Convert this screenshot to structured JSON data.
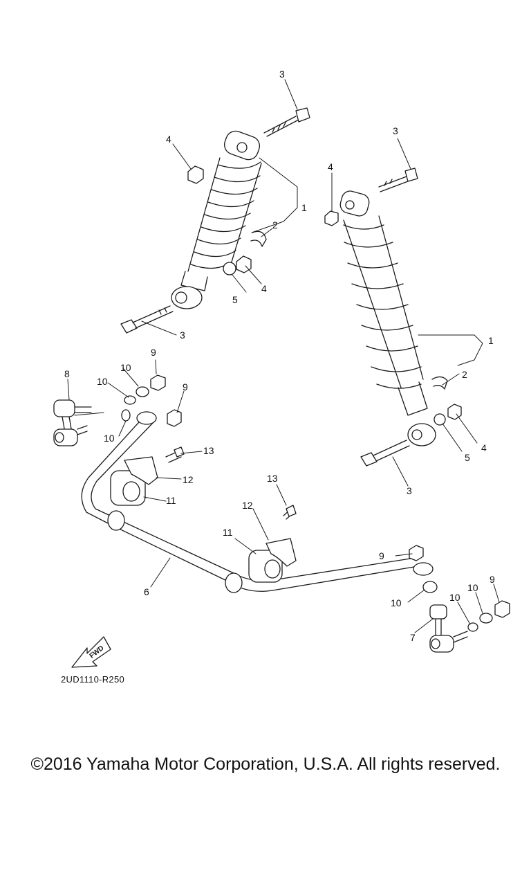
{
  "diagram": {
    "part_code": "2UD1110-R250",
    "fwd_label": "FWD",
    "callouts": [
      "3",
      "4",
      "1",
      "2",
      "5",
      "4",
      "3",
      "3",
      "4",
      "1",
      "2",
      "4",
      "5",
      "3",
      "9",
      "8",
      "10",
      "10",
      "9",
      "10",
      "13",
      "12",
      "11",
      "13",
      "12",
      "11",
      "9",
      "6",
      "10",
      "10",
      "10",
      "9",
      "7"
    ]
  },
  "footer": {
    "copyright": "©2016 Yamaha Motor Corporation, U.S.A. All rights reserved."
  },
  "colors": {
    "line": "#1a1a1a",
    "background": "#ffffff"
  }
}
